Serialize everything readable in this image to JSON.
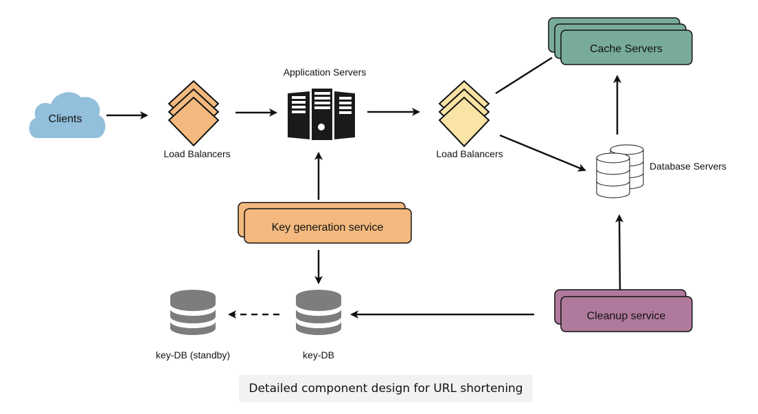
{
  "diagram": {
    "caption": "Detailed component design for URL shortening",
    "colors": {
      "clients": "#92bfdb",
      "lb_orange": "#f3b97e",
      "lb_yellow": "#f9e3a5",
      "cache": "#79ab9c",
      "key_service": "#f3b97e",
      "cleanup": "#b07a9c",
      "key_db": "#7d7d7d",
      "server": "#1a1a1a",
      "stroke": "#111111"
    },
    "nodes": {
      "clients": {
        "label": "Clients"
      },
      "lb1": {
        "label": "Load Balancers"
      },
      "app_servers": {
        "label": "Application Servers"
      },
      "lb2": {
        "label": "Load Balancers"
      },
      "cache": {
        "label": "Cache Servers"
      },
      "db_servers": {
        "label": "Database Servers"
      },
      "key_service": {
        "label": "Key generation service"
      },
      "key_db": {
        "label": "key-DB"
      },
      "key_db_standby": {
        "label": "key-DB (standby)"
      },
      "cleanup": {
        "label": "Cleanup service"
      }
    },
    "edges": [
      {
        "from": "Clients",
        "to": "Load Balancers",
        "style": "solid",
        "arrow": true
      },
      {
        "from": "Load Balancers",
        "to": "Application Servers",
        "style": "solid",
        "arrow": true
      },
      {
        "from": "Application Servers",
        "to": "Load Balancers",
        "style": "solid",
        "arrow": true
      },
      {
        "from": "Load Balancers",
        "to": "Cache Servers",
        "style": "solid",
        "arrow": false
      },
      {
        "from": "Load Balancers",
        "to": "Database Servers",
        "style": "solid",
        "arrow": true
      },
      {
        "from": "Database Servers",
        "to": "Cache Servers",
        "style": "solid",
        "arrow": true
      },
      {
        "from": "Key generation service",
        "to": "Application Servers",
        "style": "solid",
        "arrow": true
      },
      {
        "from": "Key generation service",
        "to": "key-DB",
        "style": "solid",
        "arrow": true
      },
      {
        "from": "key-DB",
        "to": "key-DB (standby)",
        "style": "dashed",
        "arrow": true
      },
      {
        "from": "Cleanup service",
        "to": "key-DB",
        "style": "solid",
        "arrow": true
      },
      {
        "from": "Cleanup service",
        "to": "Database Servers",
        "style": "solid",
        "arrow": true
      }
    ]
  }
}
